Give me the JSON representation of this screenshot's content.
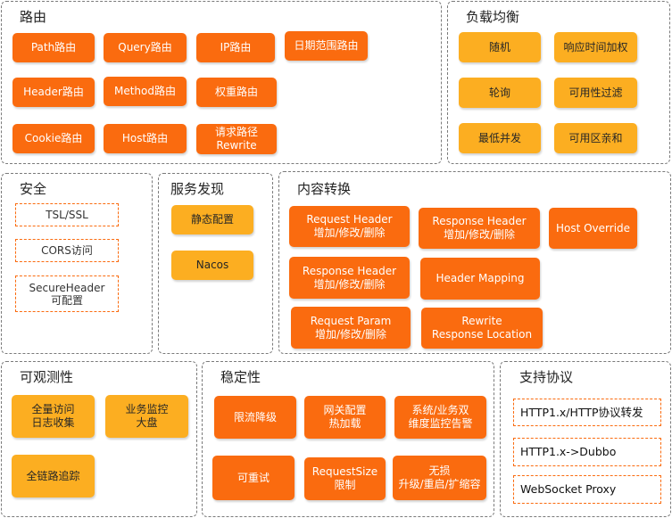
{
  "routing": {
    "title": "路由",
    "items": [
      {
        "label": "Path路由"
      },
      {
        "label": "Query路由"
      },
      {
        "label": "IP路由"
      },
      {
        "label": "日期范围路由"
      },
      {
        "label": "Header路由"
      },
      {
        "label": "Method路由"
      },
      {
        "label": "权重路由"
      },
      {
        "label": "Cookie路由"
      },
      {
        "label": "Host路由"
      },
      {
        "label": "请求路径\nRewrite"
      }
    ]
  },
  "load_balance": {
    "title": "负载均衡",
    "items": [
      {
        "label": "随机"
      },
      {
        "label": "响应时间加权"
      },
      {
        "label": "轮询"
      },
      {
        "label": "可用性过滤"
      },
      {
        "label": "最低并发"
      },
      {
        "label": "可用区亲和"
      }
    ]
  },
  "security": {
    "title": "安全",
    "items": [
      {
        "label": "TSL/SSL"
      },
      {
        "label": "CORS访问"
      },
      {
        "label": "SecureHeader\n可配置"
      }
    ]
  },
  "discovery": {
    "title": "服务发现",
    "items": [
      {
        "label": "静态配置"
      },
      {
        "label": "Nacos"
      }
    ]
  },
  "transform": {
    "title": "内容转换",
    "items": [
      {
        "label": "Request  Header\n增加/修改/删除"
      },
      {
        "label": "Response  Header\n增加/修改/删除"
      },
      {
        "label": "Host  Override"
      },
      {
        "label": "Response  Header\n增加/修改/删除"
      },
      {
        "label": "Header  Mapping"
      },
      {
        "label": "Request  Param\n增加/修改/删除"
      },
      {
        "label": "Rewrite\nResponse  Location"
      }
    ]
  },
  "observability": {
    "title": "可观测性",
    "items": [
      {
        "label": "全量访问\n日志收集"
      },
      {
        "label": "业务监控\n大盘"
      },
      {
        "label": "全链路追踪"
      }
    ]
  },
  "stability": {
    "title": "稳定性",
    "items": [
      {
        "label": "限流降级"
      },
      {
        "label": "网关配置\n热加载"
      },
      {
        "label": "系统/业务双\n维度监控告警"
      },
      {
        "label": "可重试"
      },
      {
        "label": "RequestSize\n限制"
      },
      {
        "label": "无损\n升级/重启/扩缩容"
      }
    ]
  },
  "protocols": {
    "title": "支持协议",
    "items": [
      {
        "label": "HTTP1.x/HTTP协议转发"
      },
      {
        "label": "HTTP1.x->Dubbo"
      },
      {
        "label": "WebSocket  Proxy"
      }
    ]
  },
  "colors": {
    "dark_orange": "#fa6b0f",
    "light_orange": "#fcae21",
    "panel_border": "#7a7a7a"
  }
}
